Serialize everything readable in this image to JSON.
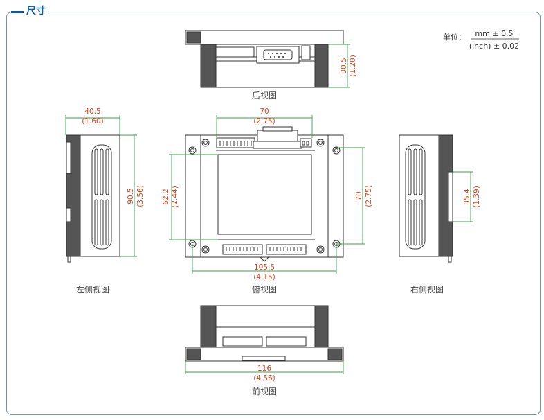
{
  "section_title": "尺寸",
  "unit_note": {
    "label": "单位：",
    "metric": "mm ± 0.5",
    "imperial": "(inch) ± 0.02"
  },
  "views": {
    "rear": "后视图",
    "left": "左侧视图",
    "top": "俯视图",
    "right": "右侧视图",
    "front": "前视图"
  },
  "dimensions": {
    "rear_height": {
      "mm": "30.5",
      "inch": "(1.20)"
    },
    "left_width": {
      "mm": "40.5",
      "inch": "(1.60)"
    },
    "left_height": {
      "mm": "90.5",
      "inch": "(3.56)"
    },
    "top_connector_width": {
      "mm": "70",
      "inch": "(2.75)"
    },
    "top_inner_height": {
      "mm": "62.2",
      "inch": "(2.44)"
    },
    "top_hole_pitch": {
      "mm": "70",
      "inch": "(2.75)"
    },
    "top_overall_width": {
      "mm": "105.5",
      "inch": "(4.15)"
    },
    "right_rail_height": {
      "mm": "35.4",
      "inch": "(1.39)"
    },
    "front_overall_width": {
      "mm": "116",
      "inch": "(4.56)"
    }
  },
  "colors": {
    "title": "#0a5aa8",
    "dimension_text": "#d9441c",
    "dimension_line": "#3aa14a",
    "frame": "#7a8f9a"
  }
}
